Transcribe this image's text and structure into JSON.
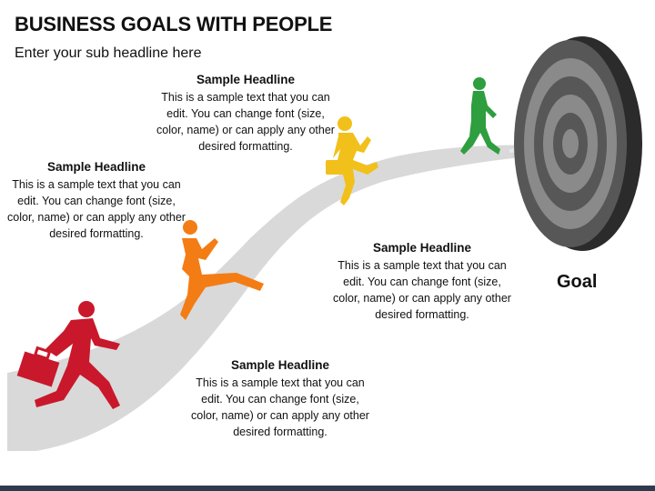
{
  "header": {
    "title": "BUSINESS GOALS WITH PEOPLE",
    "subtitle": "Enter your sub headline here"
  },
  "steps": [
    {
      "headline": "Sample Headline",
      "text": "This is a sample text that you can edit. You can change font (size, color, name) or can apply any other desired formatting."
    },
    {
      "headline": "Sample Headline",
      "text": "This is a sample text that you can edit. You can change font (size, color, name) or can apply any other desired formatting."
    },
    {
      "headline": "Sample Headline",
      "text": "This is a sample text that you can edit. You can change font (size, color, name) or can apply any other desired formatting."
    },
    {
      "headline": "Sample Headline",
      "text": "This is a sample text that you can edit. You can change font (size, color, name) or can apply any other desired formatting."
    }
  ],
  "goal": {
    "label": "Goal"
  },
  "colors": {
    "person_1": "#c9182b",
    "person_2": "#f47c14",
    "person_3": "#f2c01a",
    "person_4": "#2e9e3e",
    "path": "#d9d9d9",
    "target_dark": "#4a4a4a",
    "target_light": "#8a8a8a"
  },
  "icons": [
    "briefcase-icon",
    "running-man-icon",
    "walking-man-icon",
    "running-woman-icon",
    "target-icon",
    "arrow-icon"
  ]
}
